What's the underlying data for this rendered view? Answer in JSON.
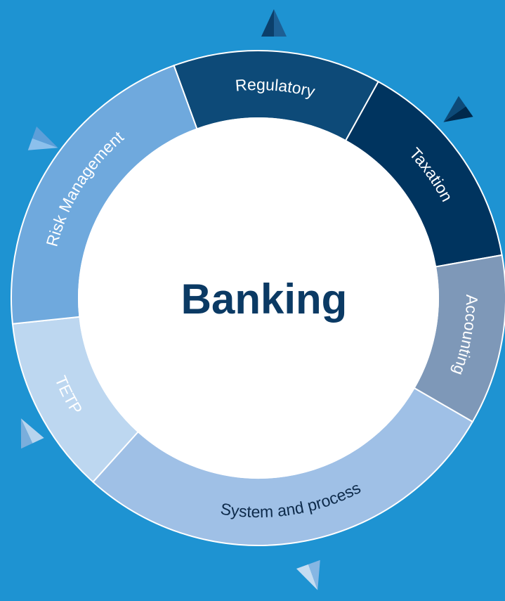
{
  "diagram": {
    "center_label": "Banking",
    "segments": [
      {
        "label": "Regulatory",
        "color": "#0d4a78",
        "text_color": "#ffffff"
      },
      {
        "label": "Taxation",
        "color": "#00345f",
        "text_color": "#ffffff"
      },
      {
        "label": "Accounting",
        "color": "#7e98b8",
        "text_color": "#ffffff"
      },
      {
        "label": "System and process",
        "color": "#9fc0e6",
        "text_color": "#0d2a4a"
      },
      {
        "label": "TETP",
        "color": "#bdd7f0",
        "text_color": "#ffffff"
      },
      {
        "label": "Risk Management",
        "color": "#6fa9dd",
        "text_color": "#ffffff"
      }
    ],
    "arrows": [
      {
        "name": "arrow-top",
        "shade_dark": "#0b3f6b",
        "shade_light": "#1d5f94"
      },
      {
        "name": "arrow-upper-right",
        "shade_dark": "#00294c",
        "shade_light": "#0d4a78"
      },
      {
        "name": "arrow-upper-left",
        "shade_dark": "#5d9fd9",
        "shade_light": "#8cc0ec"
      },
      {
        "name": "arrow-lower-left",
        "shade_dark": "#7aaedc",
        "shade_light": "#b7d4ee"
      },
      {
        "name": "arrow-bottom",
        "shade_dark": "#86b6e3",
        "shade_light": "#c5dcf1"
      }
    ],
    "colors": {
      "background": "#1e93d2",
      "center_fill": "#ffffff",
      "center_text": "#0b3a64",
      "divider": "#ffffff"
    }
  }
}
